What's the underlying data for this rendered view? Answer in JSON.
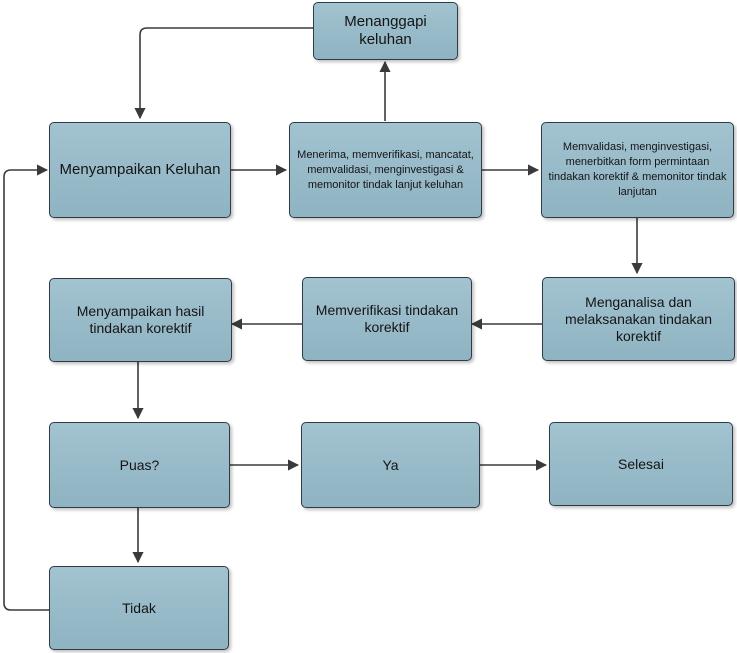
{
  "nodes": {
    "menanggapi": "Menanggapi keluhan",
    "menyampaikan": "Menyampaikan Keluhan",
    "menerima": "Menerima, memverifikasi, mancatat, memvalidasi, menginvestigasi & memonitor tindak lanjut keluhan",
    "memvalidasi": "Memvalidasi, menginvestigasi, menerbitkan form permintaan tindakan korektif & memonitor tindak lanjutan",
    "menganalisa": "Menganalisa dan melaksanakan tindakan korektif",
    "memverifikasi": "Memverifikasi tindakan korektif",
    "hasil": "Menyampaikan hasil tindakan korektif",
    "puas": "Puas?",
    "ya": "Ya",
    "selesai": "Selesai",
    "tidak": "Tidak"
  },
  "colors": {
    "node_fill": "#97b9c7",
    "node_border": "#2f3b45",
    "edge": "#3a3a3a"
  }
}
